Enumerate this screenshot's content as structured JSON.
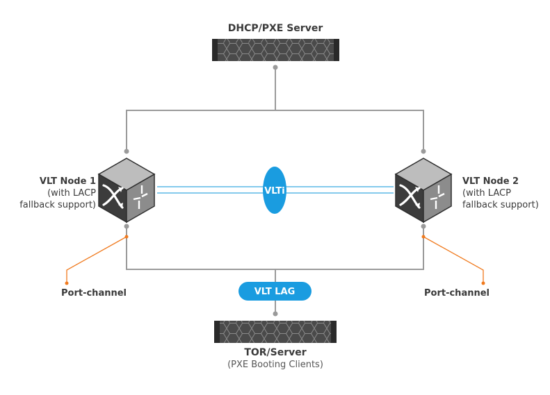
{
  "colors": {
    "connector": "#9a9a9a",
    "accent_blue": "#1a9ce0",
    "vlti_line": "#5cb8e6",
    "port_channel": "#f07a1e",
    "server_body": "#4a4a4a",
    "server_end": "#2a2a2a",
    "hex_pattern": "#8a8a8a",
    "cube_top": "#bdbdbd",
    "cube_left": "#3c3c3c",
    "cube_right": "#8c8c8c"
  },
  "dhcp_server": {
    "label": "DHCP/PXE Server",
    "icon": "server-rack-icon"
  },
  "tor_server": {
    "label": "TOR/Server",
    "sublabel": "(PXE Booting Clients)",
    "icon": "server-rack-icon"
  },
  "vlt_node_1": {
    "title": "VLT Node 1",
    "line2": "(with LACP",
    "line3": "fallback support)",
    "icon": "switch-cube-icon"
  },
  "vlt_node_2": {
    "title": "VLT Node 2",
    "line2": "(with LACP",
    "line3": "fallback support)",
    "icon": "switch-cube-icon"
  },
  "vlti": {
    "label": "VLTi"
  },
  "vlt_lag": {
    "label": "VLT LAG"
  },
  "port_channel_left": {
    "label": "Port-channel"
  },
  "port_channel_right": {
    "label": "Port-channel"
  }
}
